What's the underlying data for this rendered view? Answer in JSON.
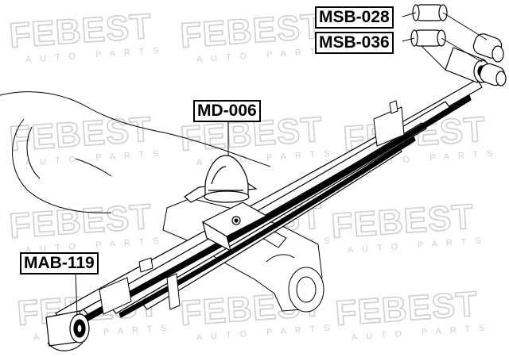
{
  "watermark": {
    "brand": "FEBEST",
    "tagline": "AUTO PARTS"
  },
  "labels": {
    "msb_028": "MSB-028",
    "msb_036": "MSB-036",
    "md_006": "MD-006",
    "mab_119": "MAB-119"
  },
  "colors": {
    "line": "#000000",
    "watermark": "#cfcfcf",
    "background": "#ffffff"
  }
}
